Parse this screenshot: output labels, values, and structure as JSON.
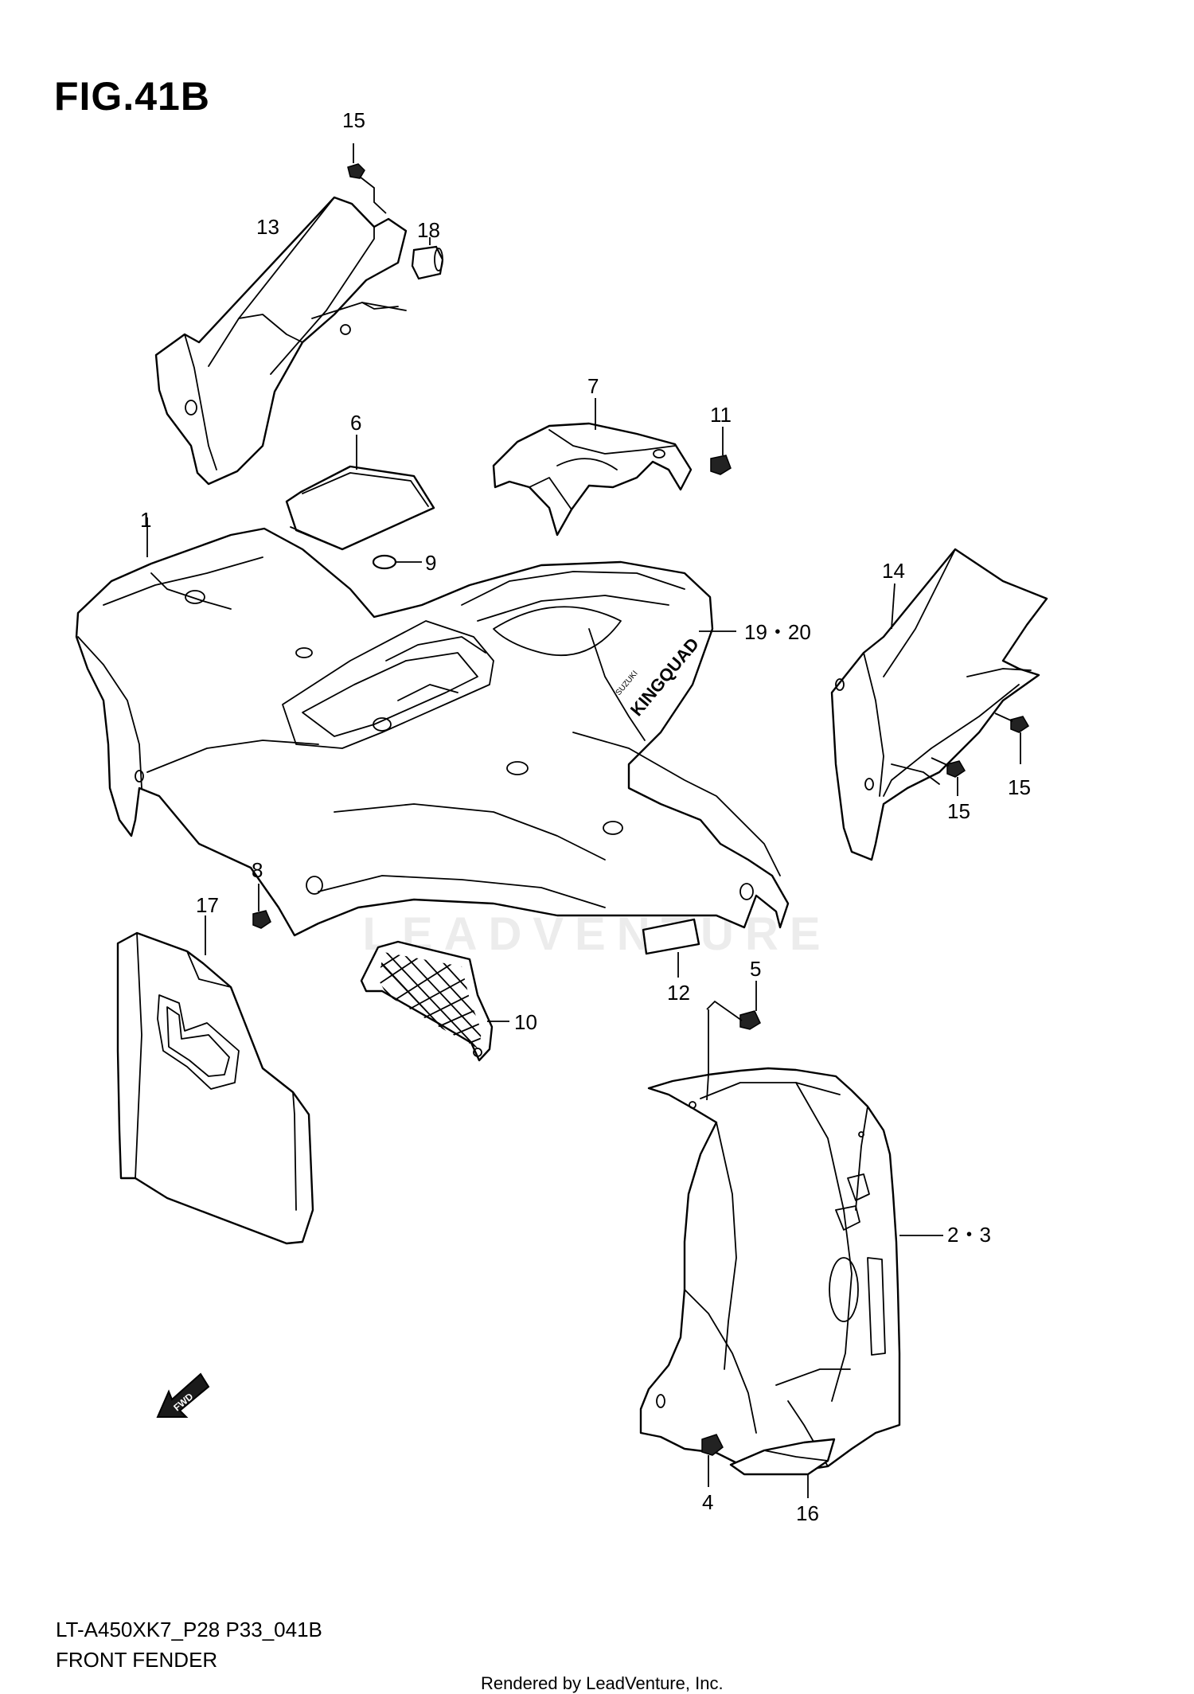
{
  "figure": {
    "title": "FIG.41B",
    "model_code": "LT-A450XK7_P28 P33_041B",
    "description": "FRONT FENDER",
    "footer": "Rendered by LeadVenture, Inc.",
    "watermark": "LEADVENTURE"
  },
  "callouts": [
    {
      "id": "c-15a",
      "label": "15"
    },
    {
      "id": "c-13",
      "label": "13"
    },
    {
      "id": "c-18",
      "label": "18"
    },
    {
      "id": "c-7",
      "label": "7"
    },
    {
      "id": "c-11",
      "label": "11"
    },
    {
      "id": "c-6",
      "label": "6"
    },
    {
      "id": "c-1",
      "label": "1"
    },
    {
      "id": "c-9",
      "label": "9"
    },
    {
      "id": "c-1920",
      "label": "19・20"
    },
    {
      "id": "c-14",
      "label": "14"
    },
    {
      "id": "c-15b",
      "label": "15"
    },
    {
      "id": "c-15c",
      "label": "15"
    },
    {
      "id": "c-8",
      "label": "8"
    },
    {
      "id": "c-17",
      "label": "17"
    },
    {
      "id": "c-5",
      "label": "5"
    },
    {
      "id": "c-12",
      "label": "12"
    },
    {
      "id": "c-10",
      "label": "10"
    },
    {
      "id": "c-23",
      "label": "2・3"
    },
    {
      "id": "c-4",
      "label": "4"
    },
    {
      "id": "c-16",
      "label": "16"
    }
  ],
  "fwd_label": "FWD",
  "fender_brand_text": "SUZUKI",
  "fender_logo_text": "KINGQUAD"
}
